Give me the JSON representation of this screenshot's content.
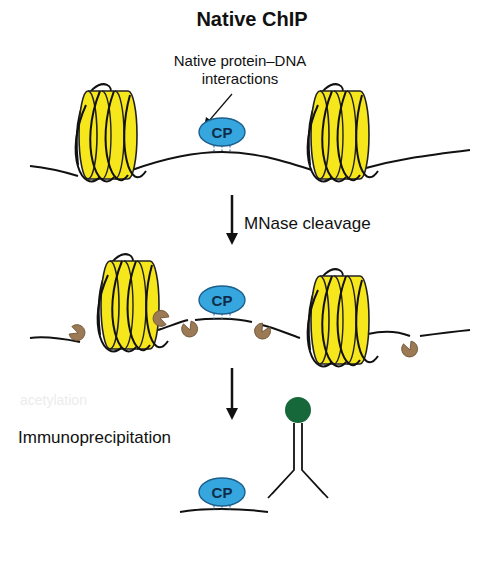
{
  "diagram": {
    "title": "Native ChIP",
    "nodes": [
      {
        "text": [
          "CP"
        ]
      },
      {
        "text": [
          "CP"
        ]
      },
      {
        "text": [
          "CP"
        ]
      }
    ],
    "labels": [
      "Native protein–DNA interactions",
      "MNase cleavage",
      "acetylation",
      "Immunoprecipitation"
    ]
  }
}
